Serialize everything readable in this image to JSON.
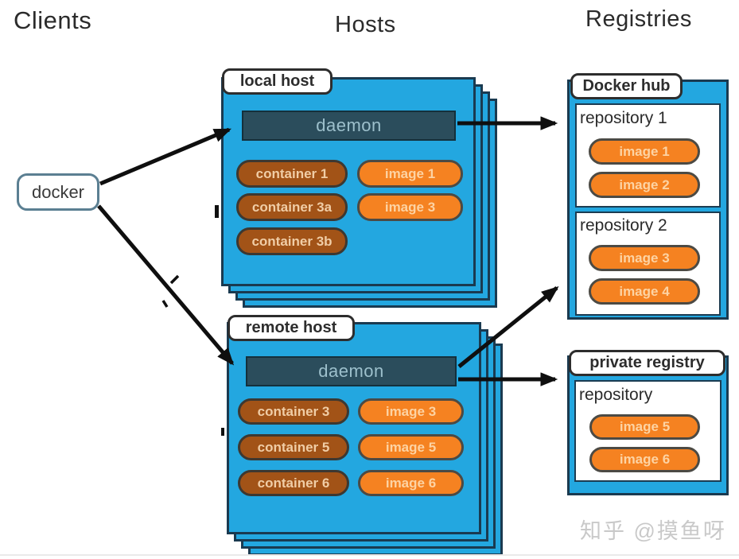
{
  "headers": {
    "clients": "Clients",
    "hosts": "Hosts",
    "registries": "Registries"
  },
  "client": {
    "label": "docker"
  },
  "hosts": [
    {
      "label": "local host",
      "daemon_label": "daemon",
      "containers": [
        "container 1",
        "container 3a",
        "container 3b"
      ],
      "images": [
        "image 1",
        "image 3"
      ]
    },
    {
      "label": "remote host",
      "daemon_label": "daemon",
      "containers": [
        "container 3",
        "container 5",
        "container 6"
      ],
      "images": [
        "image 3",
        "image 5",
        "image 6"
      ]
    }
  ],
  "registries": [
    {
      "label": "Docker hub",
      "repositories": [
        {
          "name": "repository 1",
          "images": [
            "image 1",
            "image 2"
          ]
        },
        {
          "name": "repository 2",
          "images": [
            "image 3",
            "image 4"
          ]
        }
      ]
    },
    {
      "label": "private registry",
      "repositories": [
        {
          "name": "repository",
          "images": [
            "image 5",
            "image 6"
          ]
        }
      ]
    }
  ],
  "watermark": "知乎 @摸鱼呀",
  "colors": {
    "host_blue": "#23a7e0",
    "box_border": "#1a3a50",
    "daemon_bg": "#2b4d5c",
    "daemon_text": "#9dc0cc",
    "container_bg": "#a25317",
    "container_text": "#f0cda6",
    "image_bg": "#f58221",
    "image_text": "#fdd3a3",
    "arrow": "#0f0f0f"
  }
}
